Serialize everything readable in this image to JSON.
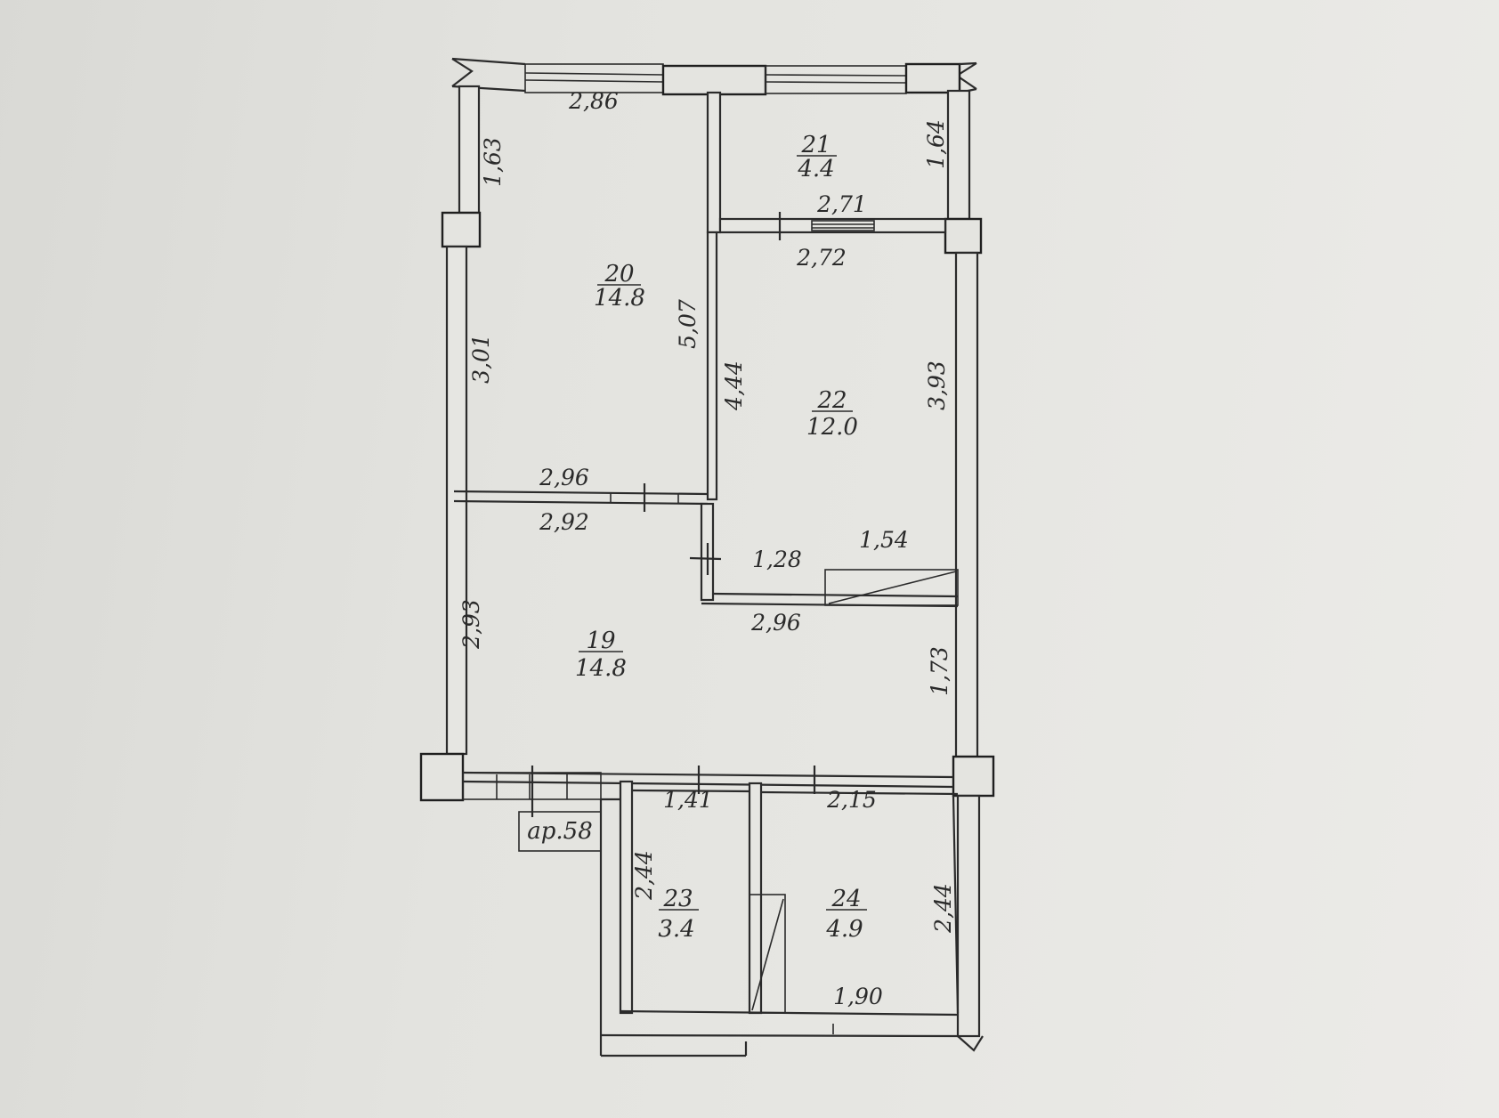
{
  "rooms": [
    {
      "id": "r19",
      "number": "19",
      "area": "14.8"
    },
    {
      "id": "r20",
      "number": "20",
      "area": "14.8"
    },
    {
      "id": "r21",
      "number": "21",
      "area": "4.4"
    },
    {
      "id": "r22",
      "number": "22",
      "area": "12.0"
    },
    {
      "id": "r23",
      "number": "23",
      "area": "3.4"
    },
    {
      "id": "r24",
      "number": "24",
      "area": "4.9"
    }
  ],
  "dimensions": {
    "top_window_left": "2,86",
    "left_wall_top": "1,63",
    "right_wall_top": "1,64",
    "room21_bottom": "2,71",
    "room22_top": "2,72",
    "room20_left": "3,01",
    "room20_right": "5,07",
    "room22_left": "4,44",
    "room22_right": "3,93",
    "room20_bottom": "2,96",
    "room19_top": "2,92",
    "closet_left": "1,28",
    "closet_right": "1,54",
    "room19_mid": "2,96",
    "room19_left": "2,93",
    "right_wall_lower": "1,73",
    "room23_top": "1,41",
    "room24_top": "2,15",
    "room23_left": "2,44",
    "room24_right": "2,44",
    "room24_bottom": "1,90"
  },
  "apartment_label": "ap.58",
  "colors": {
    "line": "#2b2b2b",
    "paper": "#e4e4e0"
  }
}
